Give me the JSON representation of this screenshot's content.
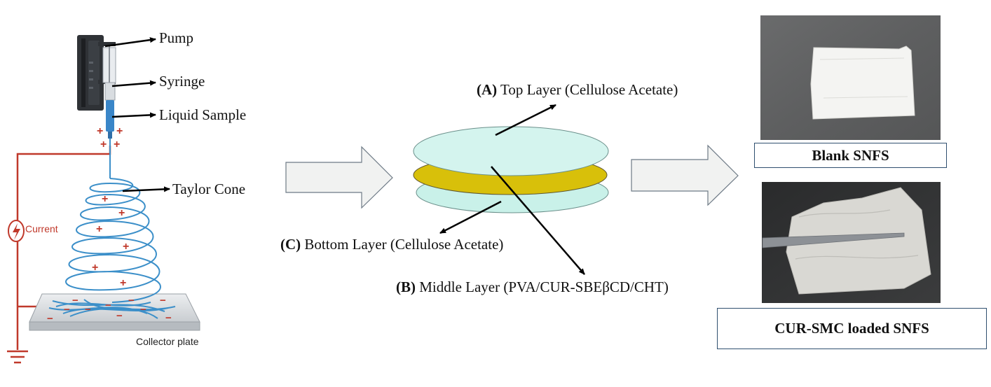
{
  "electrospinning": {
    "pump_label": "Pump",
    "syringe_label": "Syringe",
    "liquid_sample_label": "Liquid Sample",
    "taylor_cone_label": "Taylor Cone",
    "current_label": "Current",
    "collector_label": "Collector plate",
    "plus_sign": "+",
    "minus_sign": "−"
  },
  "layers": {
    "top": {
      "letter": "(A)",
      "text": "Top Layer (Cellulose Acetate)"
    },
    "middle": {
      "letter": "(B)",
      "text": "Middle Layer (PVA/CUR-SBEβCD/CHT)"
    },
    "bottom": {
      "letter": "(C)",
      "text": "Bottom Layer (Cellulose Acetate)"
    }
  },
  "results": {
    "blank_caption": "Blank SNFS",
    "loaded_caption": "CUR-SMC loaded SNFS"
  },
  "colors": {
    "wire": "#c0392b",
    "fiber": "#3b8fc9",
    "layer_light": "#d4f4ee",
    "layer_light2": "#c9f1e9",
    "layer_middle": "#d8c00a",
    "arrow_fill": "#f1f2f1",
    "photo_bg": "#5f6061"
  }
}
